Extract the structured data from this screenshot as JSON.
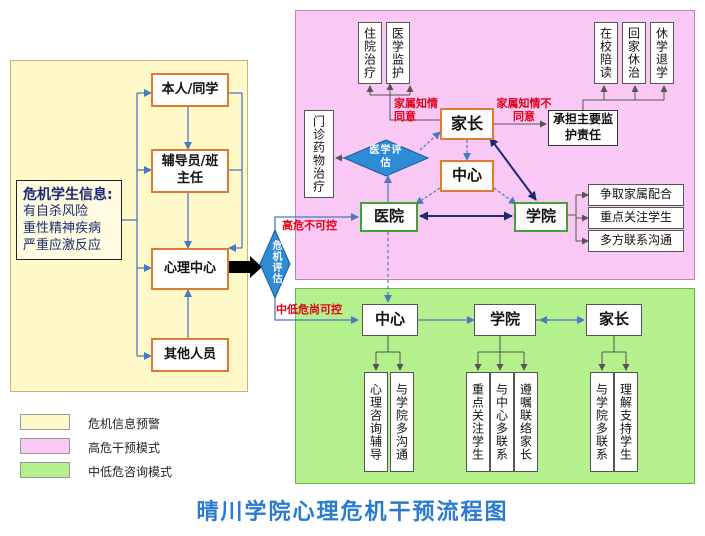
{
  "title": "晴川学院心理危机干预流程图",
  "info_box": {
    "heading": "危机学生信息:",
    "lines": [
      "有自杀风险",
      "重性精神疾病",
      "严重应激反应"
    ]
  },
  "left_boxes": {
    "self": "本人/同学",
    "counselor": "辅导员/班主任",
    "psych_center": "心理中心",
    "others": "其他人员"
  },
  "crisis_eval": "危机评估",
  "arrow_labels": {
    "high_risk": "高危不可控",
    "low_risk": "中低危尚可控"
  },
  "pink": {
    "hospital": "医院",
    "parent": "家长",
    "center": "中心",
    "college": "学院",
    "medical_eval": "医学评估",
    "outpatient": "门诊药物治疗",
    "hospitalize": "住院治疗",
    "med_supervise": "医学监护",
    "consent_label": "家属知情同意",
    "disagree_label": "家属知情不同意",
    "responsibility": "承担主要监护责任",
    "school_opts": [
      "在校陪读",
      "回家休治",
      "休学退学"
    ],
    "college_actions": [
      "争取家属配合",
      "重点关注学生",
      "多方联系沟通"
    ]
  },
  "green": {
    "center": "中心",
    "college": "学院",
    "parent": "家长",
    "center_actions": [
      "心理咨询辅导",
      "与学院多沟通"
    ],
    "college_actions": [
      "重点关注学生",
      "与中心多联系",
      "遵嘱联络家长"
    ],
    "parent_actions": [
      "与学院多联系",
      "理解支持学生"
    ]
  },
  "legend": [
    {
      "label": "危机信息预警",
      "color": "#fff8c8"
    },
    {
      "label": "高危干预模式",
      "color": "#f9c8f5"
    },
    {
      "label": "中低危咨询模式",
      "color": "#b4f08c"
    }
  ],
  "colors": {
    "title": "#2a7ad0",
    "red_label": "#e0001a",
    "arrow_blue": "#4a7abf",
    "diamond": "#2e8bd6"
  }
}
